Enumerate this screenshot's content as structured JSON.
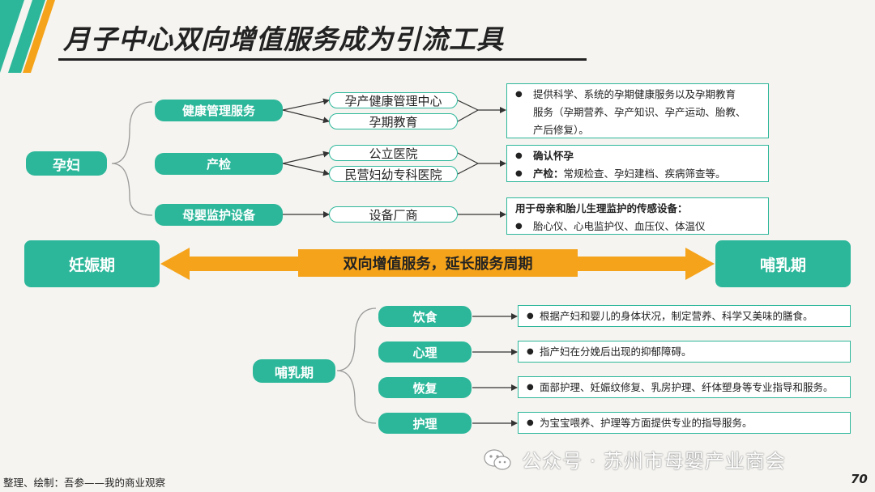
{
  "title": "月子中心双向增值服务成为引流工具",
  "section1": {
    "root": "孕妇",
    "branches": [
      {
        "label": "健康管理服务",
        "options": [
          "孕产健康管理中心",
          "孕期教育"
        ],
        "desc": {
          "bullets": [
            "提供科学、系统的孕期健康服务以及孕期教育"
          ],
          "cont": [
            "服务（孕期营养、孕产知识、孕产运动、胎教、",
            "产后修复）。"
          ]
        }
      },
      {
        "label": "产检",
        "options": [
          "公立医院",
          "民营妇幼专科医院"
        ],
        "desc": {
          "bullets": [
            "确认怀孕",
            "常规检查、孕妇建档、疾病筛查等。"
          ],
          "bold_prefix": "产检："
        }
      },
      {
        "label": "母婴监护设备",
        "options": [
          "设备厂商"
        ],
        "desc": {
          "heading": "用于母亲和胎儿生理监护的传感设备：",
          "bullets": [
            "胎心仪、心电监护仪、血压仪、体温仪"
          ]
        }
      }
    ]
  },
  "middle": {
    "left": "妊娠期",
    "right": "哺乳期",
    "arrow_label": "双向增值服务，延长服务周期"
  },
  "section2": {
    "root": "哺乳期",
    "branches": [
      {
        "label": "饮食",
        "desc": "根据产妇和婴儿的身体状况，制定营养、科学又美味的膳食。"
      },
      {
        "label": "心理",
        "desc": "指产妇在分娩后出现的抑郁障碍。"
      },
      {
        "label": "恢复",
        "desc": "面部护理、妊娠纹修复、乳房护理、纤体塑身等专业指导和服务。"
      },
      {
        "label": "护理",
        "desc": "为宝宝喂养、护理等方面提供专业的指导服务。"
      }
    ]
  },
  "footer": {
    "credit": "整理、绘制：吾参——我的商业观察",
    "watermark": "公众号 · 苏州市母婴产业商会",
    "page": "70"
  },
  "colors": {
    "accent": "#2db79a",
    "arrow": "#f5a31a",
    "bg": "#f5f4f0"
  }
}
